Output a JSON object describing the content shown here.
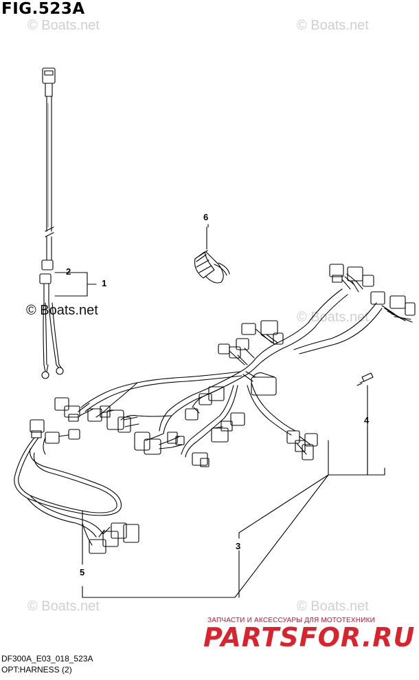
{
  "figure": {
    "title": "FIG.523A",
    "model_code": "DF300A_E03_018_523A",
    "caption": "OPT:HARNESS (2)"
  },
  "watermarks": {
    "light": "© Boats.net",
    "dark": "© Boats.net"
  },
  "brand": {
    "subtitle": "ЗАПЧАСТИ И АКСЕССУАРЫ ДЛЯ МОТОТЕХНИКИ",
    "name": "PARTSFOR.RU",
    "color": "#d9232d"
  },
  "callouts": [
    "1",
    "2",
    "3",
    "4",
    "5",
    "6"
  ]
}
